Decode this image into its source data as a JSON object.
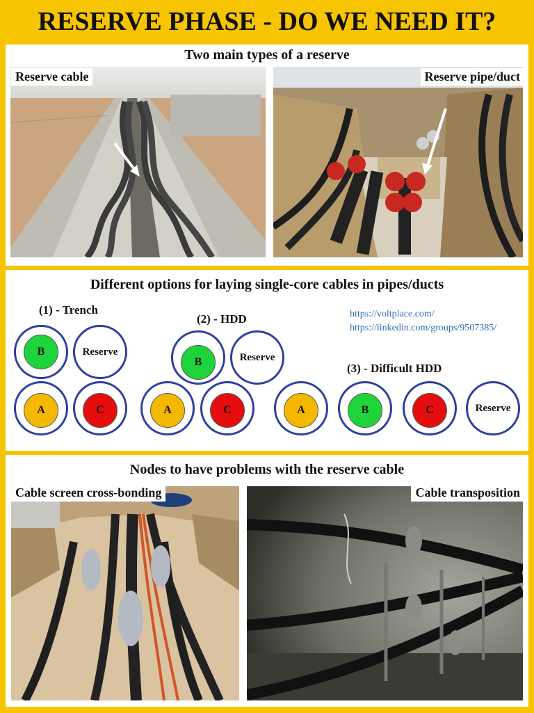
{
  "title": "RESERVE PHASE - DO WE NEED IT?",
  "section1": {
    "heading": "Two main types of a reserve",
    "left_label": "Reserve cable",
    "right_label": "Reserve pipe/duct"
  },
  "section2": {
    "heading": "Different options for laying single-core cables in pipes/ducts",
    "options": [
      "(1) - Trench",
      "(2) - HDD",
      "(3) - Difficult HDD"
    ],
    "links": [
      "https://voltplace.com/",
      "https://linkedin.com/groups/9507385/"
    ],
    "cores": {
      "a": "A",
      "b": "B",
      "c": "C",
      "reserve": "Reserve"
    },
    "colors": {
      "pipe": "#2d3fa0",
      "phase_a": "#f5b800",
      "phase_b": "#1fd43a",
      "phase_c": "#e50d0d"
    }
  },
  "section3": {
    "heading": "Nodes to have problems with the reserve cable",
    "left_label": "Cable screen cross-bonding",
    "right_label": "Cable transposition"
  }
}
